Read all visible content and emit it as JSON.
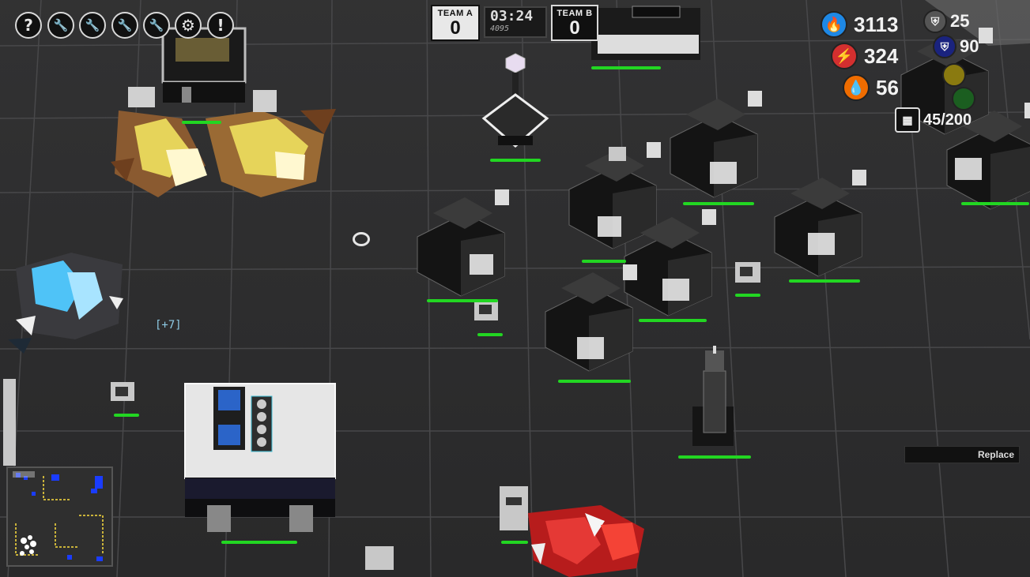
{
  "toolbar": {
    "buttons": [
      {
        "id": "help",
        "glyph": "?"
      },
      {
        "id": "wrench-1",
        "glyph": "🔧"
      },
      {
        "id": "wrench-2",
        "glyph": "🔧"
      },
      {
        "id": "wrench-3",
        "glyph": "🔧"
      },
      {
        "id": "wrench-4",
        "glyph": "🔧"
      },
      {
        "id": "settings",
        "glyph": "⚙"
      },
      {
        "id": "alert",
        "glyph": "!"
      }
    ]
  },
  "scoreboard": {
    "team_a": {
      "label": "TEAM A",
      "score": "0"
    },
    "team_b": {
      "label": "TEAM B",
      "score": "0"
    },
    "timer": {
      "time": "03:24",
      "sub": "4095"
    }
  },
  "resources": {
    "blue_fire": {
      "value": "3113",
      "color": "#1e88e5",
      "icon": "flame-icon"
    },
    "red_bolt": {
      "value": "324",
      "color": "#d32f2f",
      "icon": "lightning-icon"
    },
    "orange_drop": {
      "value": "56",
      "color": "#ef6c00",
      "icon": "droplet-icon"
    },
    "shield_grey": {
      "value": "25",
      "color": "#555555",
      "icon": "shield-icon"
    },
    "shield_blue": {
      "value": "90",
      "color": "#1a237e",
      "icon": "shield-icon"
    },
    "supply": {
      "value": "45/200",
      "icon": "supply-icon"
    }
  },
  "map": {
    "bonus_text": "[+7]",
    "replace_label": "Replace"
  },
  "colors": {
    "health_bar": "#22d622",
    "grid_line": "#4a4a4c",
    "yellow_cluster": "#e6d45a",
    "blue_cluster": "#4fc3f7",
    "red_cluster": "#e53935"
  }
}
